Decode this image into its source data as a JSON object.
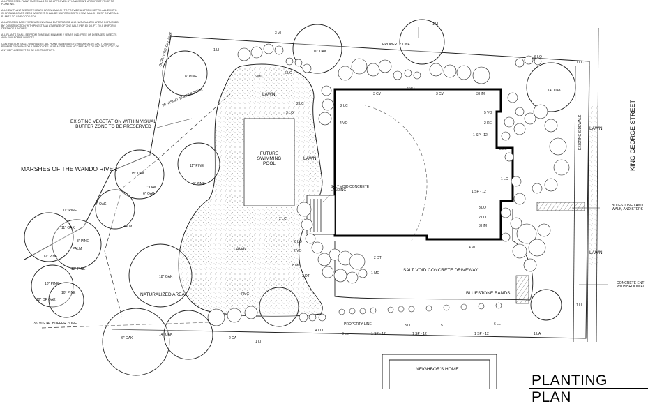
{
  "title": "PLANTING PLAN",
  "notes": [
    "ALL PROPOSED PLANT MATERIALS TO BE APPROVED BY LANDSCAPE ARCHITECT PRIOR TO PLANTING.",
    "ALL NEW PLANT BEDS WITH DARK BROWN MULCH TO PROVIDE UNIFORM DEPTH. ALL EXIST'G IN GROUNDCOVER BEDS WHERE IT SHALL BE UNIFORM DEPTH. NEW MULCH MUST COVER ALL PLANTS TO GIVE GOOD SOIL.",
    "ALL AREAS IN BACK YARD WITHIN VISUAL BUFFER ZONE AND NATURALIZED AREAS DISTURBED BY CONSTRUCTION WITH PINESTRAW AT A RATE OF ONE BALE PER 80 SQ. FT. TO A UNIFORM DEPTH OF 3 INCHES.",
    "ALL PLANTS SHALL BE FROM ZONE 8(A) MINIMUM 2 YEARS OLD, FREE OF DISEASES, INSECTS AND SOIL BORNE INSECTS.",
    "CONTRACTOR SHALL GUARANTEE ALL PLANT MATERIALS TO REMAIN ALIVE AND TO ASSURE PROPER GROWTH FOR A PERIOD OF 1 YEAR AFTER FINAL ACCEPTANCE OF PROJECT. COST OF ANY REPLACEMENT TO BE CONTRACTOR'S."
  ],
  "area_labels": {
    "lawn": "LAWN",
    "pool": "FUTURE SWIMMING POOL",
    "marsh": "MARSHES OF THE WANDO RIVER",
    "vegetation": "EXISTING VEGETATION WITHIN VISUAL BUFFER ZONE TO BE PRESERVED",
    "naturalized": "NATURALIZED AREA",
    "landing": "SALT VOID CONCRETE LANDING",
    "driveway": "SALT VOID CONCRETE DRIVEWAY",
    "bluestone_bands": "BLUESTONE BANDS",
    "neighbor": "NEIGHBOR'S HOME",
    "street": "KING GEORGE STREET",
    "bluestone_landing": "BLUESTONE LAND WALK, AND STEPS",
    "concrete_entry": "CONCRETE ENT WITH BROOM FI",
    "existing_sidewalk": "EXISTING SIDEWALK",
    "property_line": "PROPERTY LINE",
    "buffer_zone": "35' VISUAL BUFFER ZONE",
    "wetlands_line": "OCRM CRITICAL LINE"
  },
  "plant_callouts": [
    "1 LI",
    "3 VI",
    "1 LI",
    "6 MC",
    "2 LC",
    "4 VO",
    "3 CV",
    "4 VO",
    "3 CV",
    "3 HM",
    "5 VO",
    "2 RE",
    "1 SP - 12",
    "3 LO",
    "1 LO",
    "1 SP - 12",
    "3 LO",
    "2 LO",
    "3 HM",
    "4 VI",
    "1 LC",
    "2 LC",
    "6 LO",
    "2 VO",
    "8 MC",
    "3 DT",
    "2 DT",
    "1 MC",
    "7 MC",
    "4 LO",
    "2 CA",
    "1 LI",
    "8 LL",
    "1 SP - 12",
    "1 SP - 12",
    "3 LL",
    "5 LL",
    "1 SP - 12",
    "6 LL",
    "1 LA",
    "6 LO",
    "1 LI",
    "6 LO",
    "2 LC",
    "3 LO"
  ],
  "tree_labels": [
    "8\" PINE",
    "10\" OAK",
    "15\" OAK",
    "7\" OAK",
    "6\" OAK",
    "6\" OAK",
    "PALM",
    "11\" PINE",
    "8\" PINE",
    "11\" OAK",
    "PALM",
    "12\" PINE",
    "10\" PINE",
    "12\" OF OAK",
    "10\" PINE",
    "12\" PINE",
    "18\" OAK",
    "6\" OAK",
    "14\" OAK",
    "11\" PINE",
    "14\" OAK",
    "8\" PINE"
  ]
}
